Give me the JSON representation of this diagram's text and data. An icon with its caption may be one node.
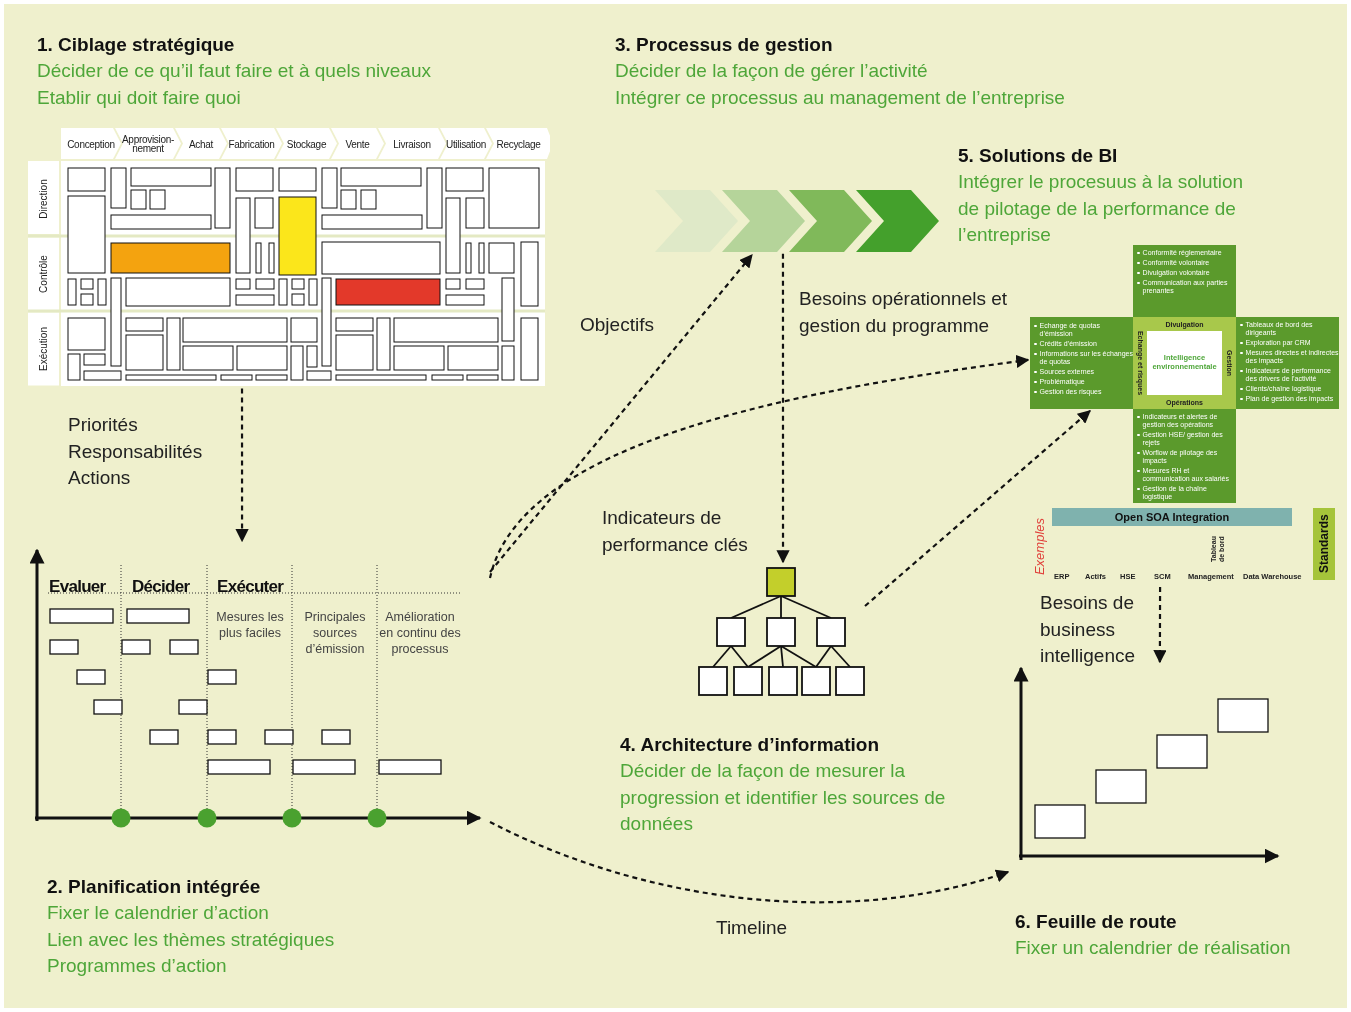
{
  "diagram": {
    "nodes": [
      {
        "text": [
          "Conception",
          "Approvision- nement",
          "Achat",
          "Fabrication",
          "Stockage",
          "Vente",
          "Livraison",
          "Utilisation",
          "Recyclage",
          "Direction",
          "Contrôle",
          "Exécution"
        ]
      },
      {
        "text": [
          "Evaluer",
          "Décider",
          "Exécuter",
          "Mesures les plus faciles",
          "Principales sources d’émission",
          "Amélioration en continu des processus"
        ]
      },
      {
        "text": [],
        "shape": "chevron"
      },
      {
        "text": [],
        "shape": "tree"
      },
      {
        "text": [
          "Conformité réglementaire",
          "Conformité volontaire",
          "Divulgation volontaire",
          "Communication aux parties prenantes",
          "Echange de quotas d’émission",
          "Crédits d’émission",
          "Informations sur les échanges de quotas",
          "Sources externes",
          "Problématique",
          "Gestion des risques",
          "Divulgation",
          "Echange et risques",
          "Intelligence environnementale",
          "Gestion",
          "Opérations",
          "Tableaux de bord des dirigeants",
          "Exploration par CRM",
          "Mesures directes et indirectes des impacts",
          "Indicateurs de performance des drivers de l’activité",
          "Clients/chaîne logistique",
          "Plan de gestion des impacts",
          "Indicateurs et alertes de gestion des opérations",
          "Gestion HSE/ gestion des rejets",
          "Worflow de pilotage des impacts",
          "Mesures RH et communication aux salariés",
          "Gestion de la chaîne logistique",
          "Open SOA Integration",
          "Exemples",
          "Tableau de bord",
          "Standards",
          "ERP",
          "Actifs",
          "HSE",
          "SCM",
          "Management",
          "Data Warehouse"
        ]
      },
      {
        "text": [],
        "shape": "chart"
      }
    ],
    "edges": [
      {
        "from": 0,
        "to": 1,
        "arrow": "to",
        "style": "dashed",
        "label": "Priorités Responsabilités Actions"
      },
      {
        "from": 1,
        "to": 2,
        "arrow": "to",
        "style": "dashed",
        "label": "Objectifs"
      },
      {
        "from": 1,
        "to": 4,
        "arrow": "to",
        "style": "dashed",
        "label": "Indicateurs de performance clés"
      },
      {
        "from": 2,
        "to": 3,
        "arrow": "to",
        "style": "dashed",
        "label": "Besoins opérationnels et gestion du programme"
      },
      {
        "from": 3,
        "to": 4,
        "arrow": "to",
        "style": "dashed"
      },
      {
        "from": 4,
        "to": 5,
        "arrow": "to",
        "style": "dashed",
        "label": "Besoins de business intelligence"
      },
      {
        "from": 1,
        "to": 5,
        "arrow": "to",
        "style": "dashed",
        "label": "Timeline"
      }
    ],
    "labels": [
      "1. Ciblage stratégique",
      "Décider de ce qu’il faut faire et à quels niveaux",
      "Etablir qui doit faire quoi",
      "3. Processus de gestion",
      "Décider de la façon de gérer l’activité",
      "Intégrer ce processus au management de l’entreprise",
      "5. Solutions de BI",
      "Intégrer le procesuus à la solution de pilotage de la performance de l’entreprise",
      "4. Architecture d’information",
      "Décider de la façon de mesurer la progression et identifier les sources de données",
      "2. Planification intégrée",
      "Fixer le calendrier d’action",
      "Lien avec les thèmes stratégiques",
      "Programmes d’action",
      "6. Feuille de route",
      "Fixer un calendrier de réalisation"
    ]
  }
}
